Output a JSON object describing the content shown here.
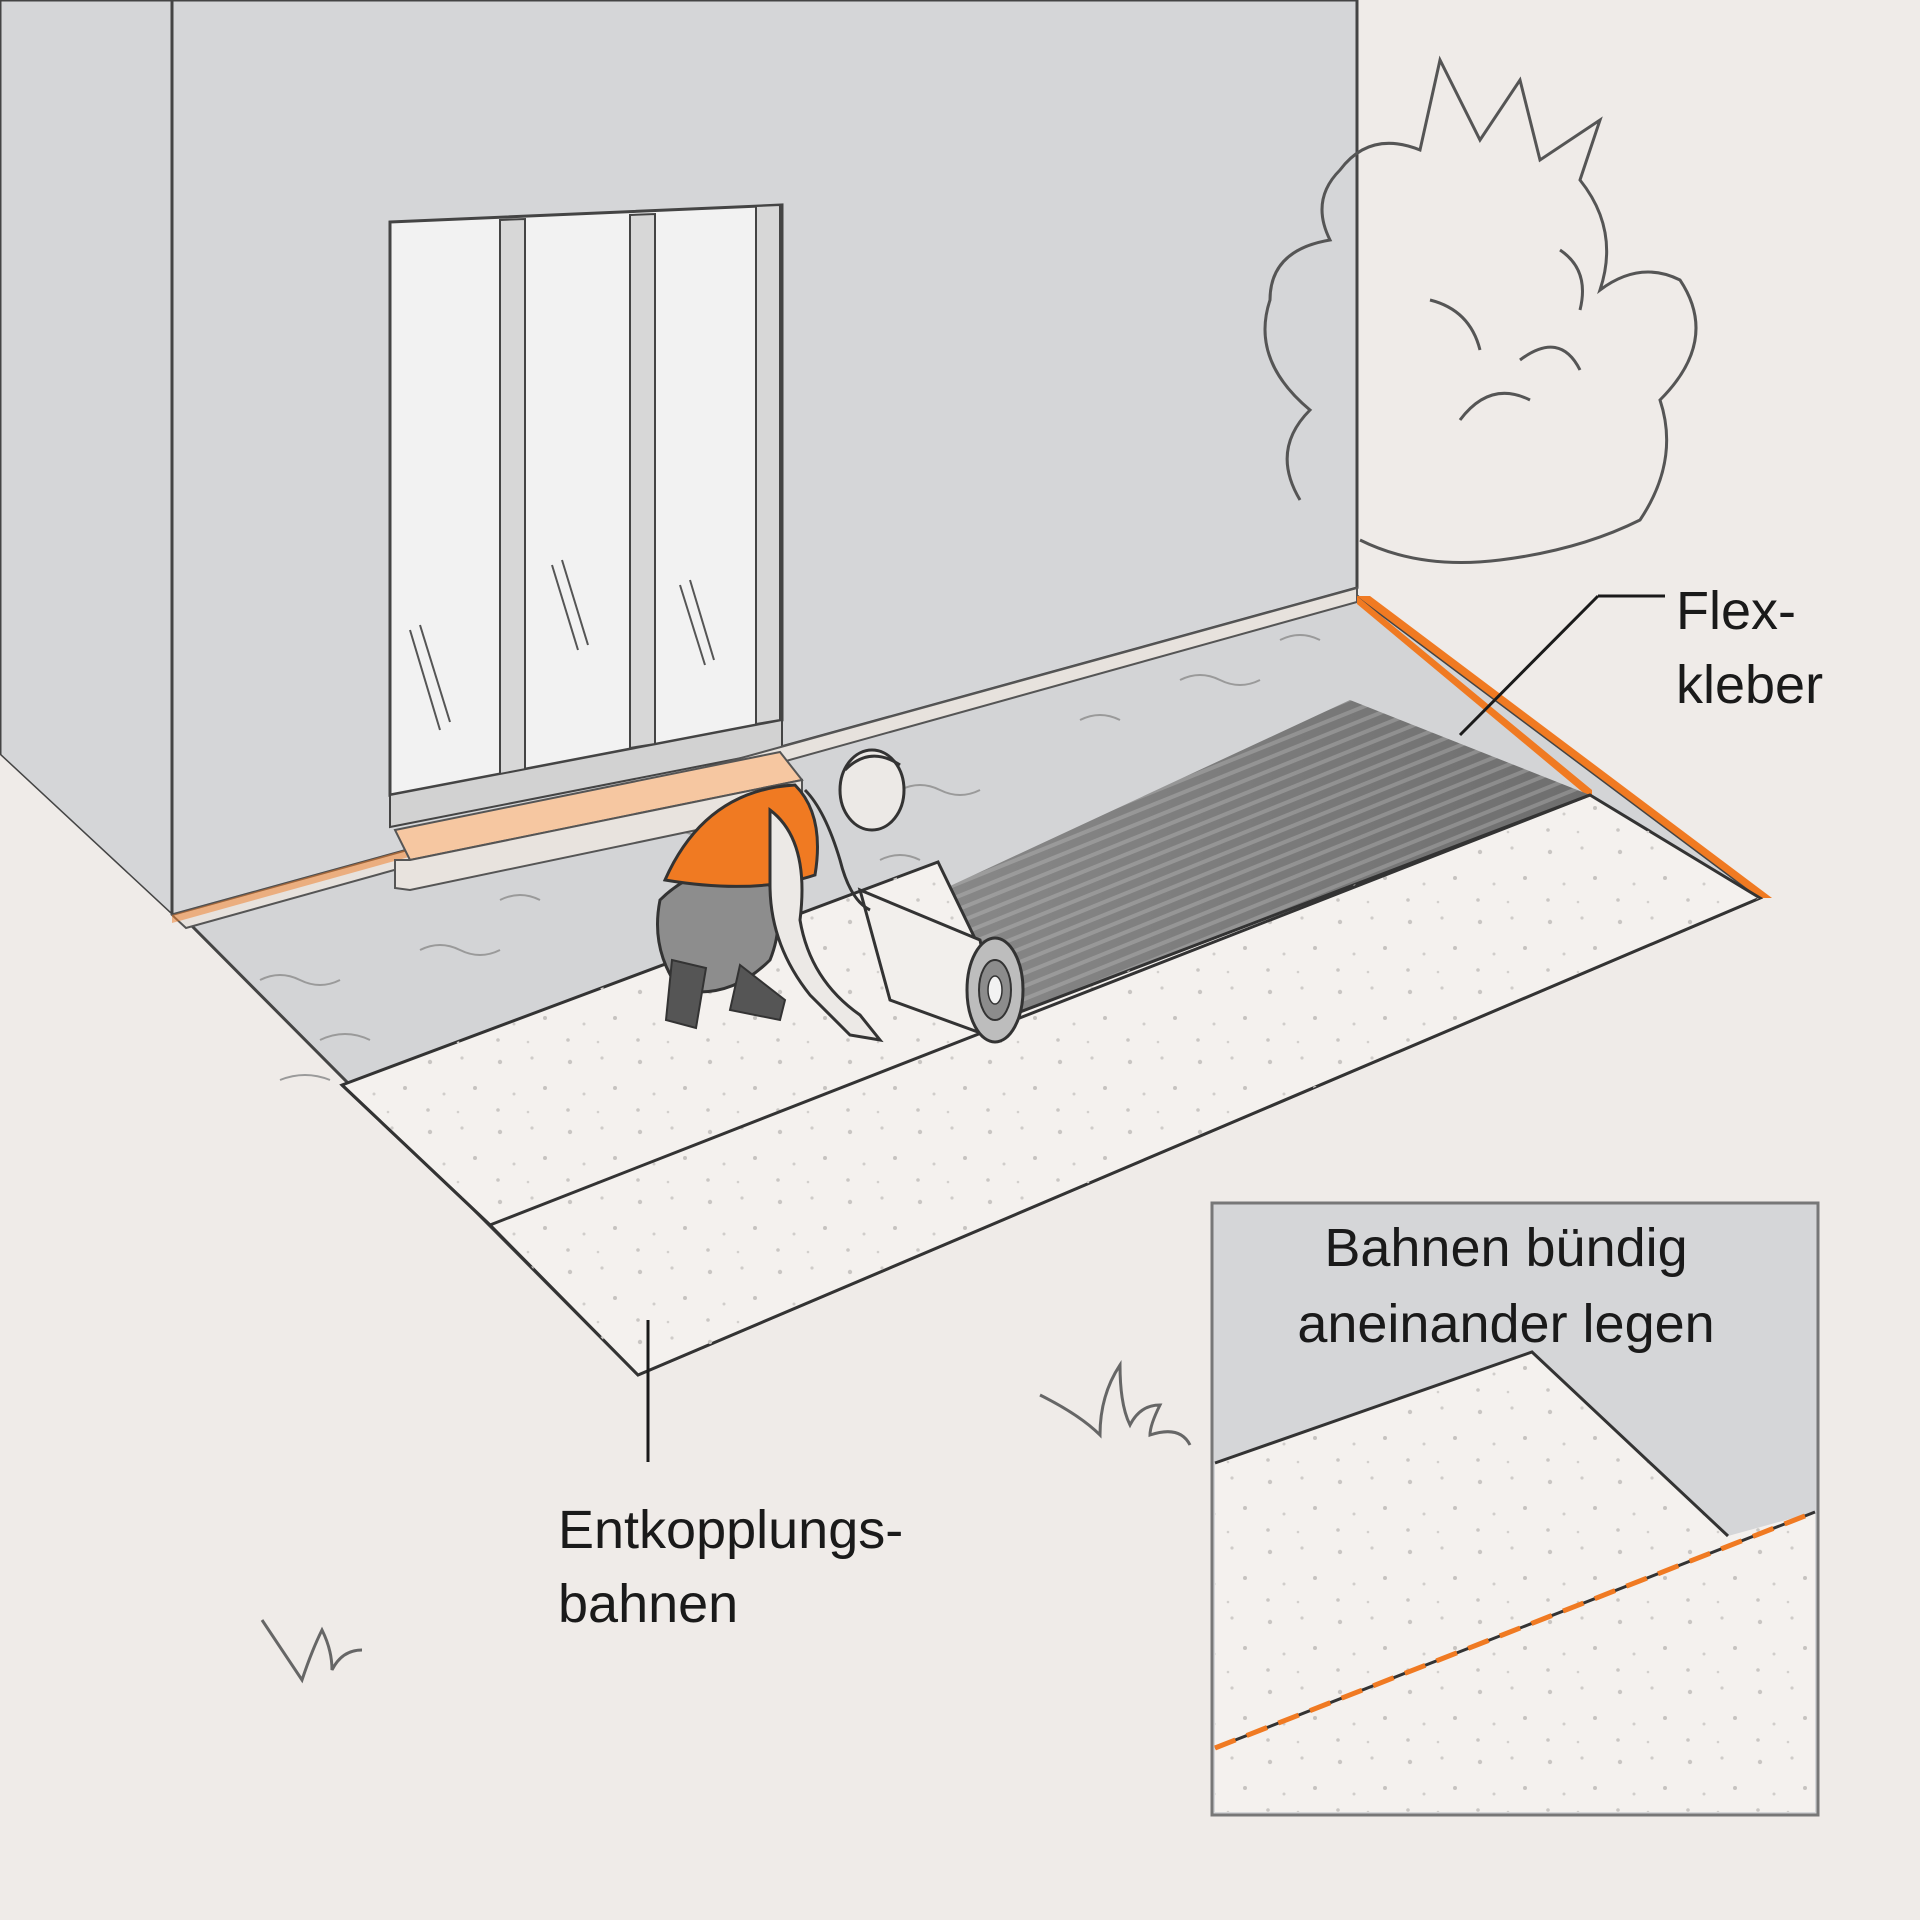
{
  "labels": {
    "flexkleber": {
      "line1": "Flex-",
      "line2": "kleber"
    },
    "entkopplungsbahnen": {
      "line1": "Entkopplungs-",
      "line2": "bahnen"
    },
    "inset": {
      "line1": "Bahnen bündig",
      "line2": "aneinander legen"
    }
  },
  "colors": {
    "accent_orange": "#f07a22",
    "wall_grey": "#d5d6d8",
    "background": "#efebe8",
    "mat_dark": "#707070"
  },
  "icons": [
    "worker-figure",
    "window-door",
    "shrub",
    "mat-roll",
    "grass-tuft"
  ]
}
